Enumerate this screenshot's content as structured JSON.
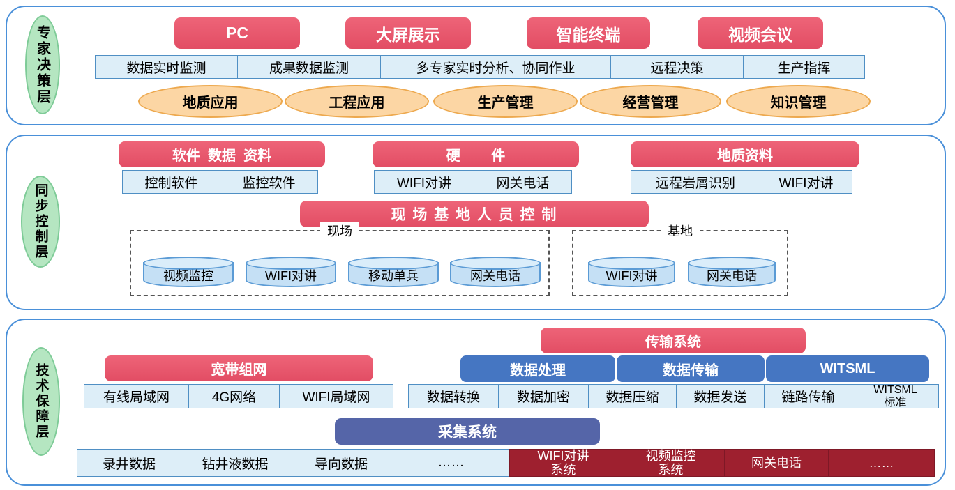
{
  "colors": {
    "section_border": "#4a90d9",
    "red": "#e8566b",
    "light_blue_fill": "#ddeef8",
    "light_blue_border": "#4f8fc4",
    "orange_fill": "#fcd6a4",
    "orange_border": "#eda94f",
    "green_fill": "#b5e6c1",
    "green_border": "#7ecb97",
    "blue": "#4576c2",
    "indigo": "#5565a8",
    "dark_red": "#9e202f"
  },
  "expert_layer": {
    "side_label": "专家决策层",
    "terminals": [
      "PC",
      "大屏展示",
      "智能终端",
      "视频会议"
    ],
    "monitor_row": [
      "数据实时监测",
      "成果数据监测",
      "多专家实时分析、协同作业",
      "远程决策",
      "生产指挥"
    ],
    "app_ellipses": [
      "地质应用",
      "工程应用",
      "生产管理",
      "经营管理",
      "知识管理"
    ]
  },
  "sync_layer": {
    "side_label": "同步控制层",
    "group_software": {
      "header": "软件  数据  资料",
      "items": [
        "控制软件",
        "监控软件"
      ]
    },
    "group_hardware": {
      "header": "硬        件",
      "items": [
        "WIFI对讲",
        "网关电话"
      ]
    },
    "group_geology": {
      "header": "地质资料",
      "items": [
        "远程岩屑识别",
        "WIFI对讲"
      ]
    },
    "control_bar": "现 场 基 地 人 员 控 制",
    "site_zone": {
      "label": "现场",
      "cylinders": [
        "视频监控",
        "WIFI对讲",
        "移动单兵",
        "网关电话"
      ]
    },
    "base_zone": {
      "label": "基地",
      "cylinders": [
        "WIFI对讲",
        "网关电话"
      ]
    }
  },
  "tech_layer": {
    "side_label": "技术保障层",
    "transmission_header": "传输系统",
    "broadband_header": "宽带组网",
    "modules": [
      "数据处理",
      "数据传输",
      "WITSML"
    ],
    "network_row": [
      "有线局域网",
      "4G网络",
      "WIFI局域网"
    ],
    "data_row": [
      "数据转换",
      "数据加密",
      "数据压缩",
      "数据发送",
      "链路传输"
    ],
    "witsml_standard": {
      "line1": "WITSML",
      "line2": "标准"
    },
    "collection_header": "采集系统",
    "collection_row": [
      "录井数据",
      "钻井液数据",
      "导向数据",
      "……"
    ],
    "system_row": [
      {
        "line1": "WIFI对讲",
        "line2": "系统"
      },
      {
        "line1": "视频监控",
        "line2": "系统"
      },
      {
        "line1": "网关电话"
      },
      {
        "line1": "……"
      }
    ]
  }
}
